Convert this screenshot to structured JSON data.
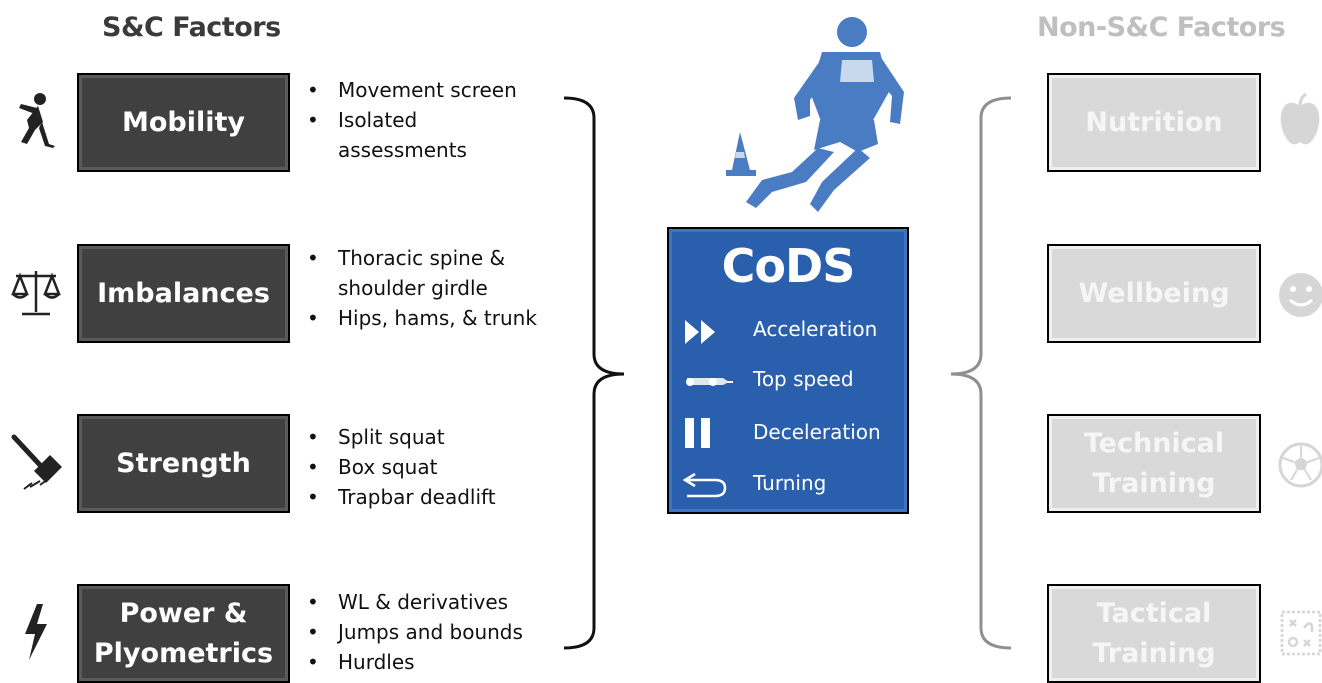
{
  "headings": {
    "sc": "S&C Factors",
    "non_sc": "Non-S&C Factors"
  },
  "sc_factors": [
    {
      "label_lines": [
        "Mobility"
      ],
      "icon": "stretching-person-icon",
      "bullets": [
        "Movement screen",
        "Isolated",
        "assessments"
      ]
    },
    {
      "label_lines": [
        "Imbalances"
      ],
      "icon": "balance-scale-icon",
      "bullets": [
        "Thoracic spine &",
        "shoulder girdle",
        "Hips, hams, & trunk"
      ]
    },
    {
      "label_lines": [
        "Strength"
      ],
      "icon": "sledgehammer-icon",
      "bullets": [
        "Split squat",
        "Box squat",
        "Trapbar deadlift"
      ]
    },
    {
      "label_lines": [
        "Power &",
        "Plyometrics"
      ],
      "icon": "lightning-bolt-icon",
      "bullets": [
        "WL & derivatives",
        "Jumps and bounds",
        "Hurdles"
      ]
    }
  ],
  "cods": {
    "title": "CoDS",
    "items": [
      {
        "label": "Acceleration",
        "icon": "fast-forward-icon"
      },
      {
        "label": "Top speed",
        "icon": "race-car-icon"
      },
      {
        "label": "Deceleration",
        "icon": "pause-icon"
      },
      {
        "label": "Turning",
        "icon": "u-turn-arrow-icon"
      }
    ]
  },
  "non_sc_factors": [
    {
      "label_lines": [
        "Nutrition"
      ],
      "icon": "apple-icon"
    },
    {
      "label_lines": [
        "Wellbeing"
      ],
      "icon": "smiley-face-icon"
    },
    {
      "label_lines": [
        "Technical",
        "Training"
      ],
      "icon": "soccer-ball-icon"
    },
    {
      "label_lines": [
        "Tactical",
        "Training"
      ],
      "icon": "tactics-board-icon"
    }
  ],
  "colors": {
    "sc_box": "#404040",
    "non_sc_box": "#d9d9d9",
    "cods_box": "#2a5fae",
    "non_sc_text": "#bfbfbf"
  }
}
